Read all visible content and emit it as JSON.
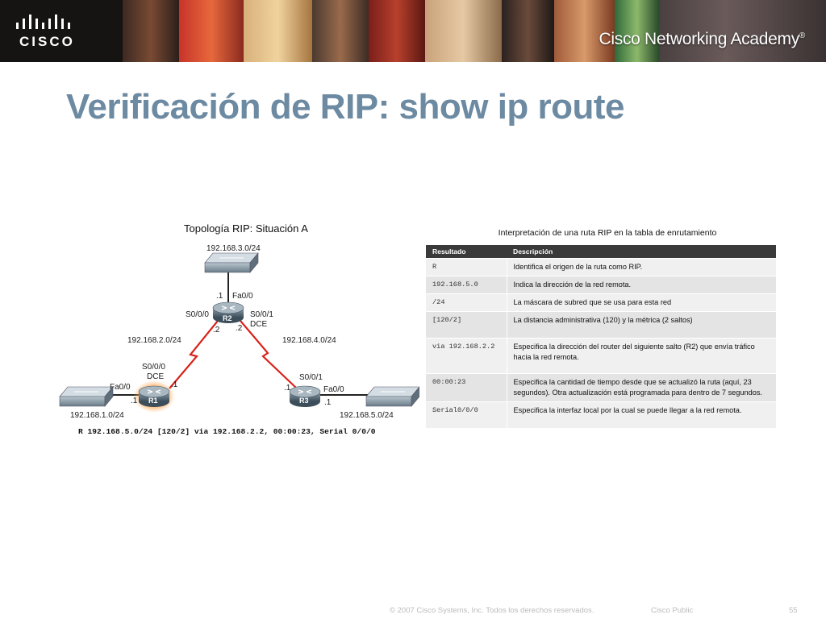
{
  "header": {
    "logo_text": "CISCO",
    "academy_text": "Cisco Networking Academy",
    "academy_mark": "®",
    "colors": {
      "banner": "#1f1b1b",
      "title": "#6d8aa3"
    }
  },
  "slide": {
    "title": "Verificación de RIP: show ip route"
  },
  "diagram": {
    "title_prefix": "Topología RIP: ",
    "title_emphasis": "Situación A",
    "labels": {
      "net3": "192.168.3.0/24",
      "r2_fa_ip": ".1",
      "r2_fa": "Fa0/0",
      "r2_s000": "S0/0/0",
      "r2_s001": "S0/0/1",
      "r2_dce": "DCE",
      "r2_left_ip": ".2",
      "r2_right_ip": ".2",
      "net2": "192.168.2.0/24",
      "net4": "192.168.4.0/24",
      "r1_s000": "S0/0/0",
      "r1_dce": "DCE",
      "r1_s_ip": ".1",
      "r1_fa": "Fa0/0",
      "r1_fa_ip": ".1",
      "r3_s001": "S0/0/1",
      "r3_s_ip": ".1",
      "r3_fa": "Fa0/0",
      "r3_fa_ip": ".1",
      "net1": "192.168.1.0/24",
      "net5": "192.168.5.0/24"
    },
    "routers": {
      "r1": "R1",
      "r2": "R2",
      "r3": "R3"
    },
    "route_entry": "R 192.168.5.0/24 [120/2] via 192.168.2.2, 00:00:23, Serial 0/0/0"
  },
  "table": {
    "caption": "Interpretación de una ruta RIP en la tabla de enrutamiento",
    "headers": [
      "Resultado",
      "Descripción"
    ],
    "rows": [
      {
        "result": "R",
        "desc": "Identifica el origen de la ruta como RIP."
      },
      {
        "result": "192.168.5.0",
        "desc": "Indica la dirección de la red remota."
      },
      {
        "result": "/24",
        "desc": "La máscara de subred que se usa para esta red"
      },
      {
        "result": "[120/2]",
        "desc": "La distancia administrativa (120) y la métrica (2 saltos)"
      },
      {
        "result": "via 192.168.2.2",
        "desc": "Especifica la dirección del router del siguiente salto (R2) que envía tráfico hacia la red remota."
      },
      {
        "result": "00:00:23",
        "desc": "Especifica la cantidad de tiempo desde que se actualizó la ruta (aquí, 23 segundos). Otra actualización está programada para dentro de 7 segundos."
      },
      {
        "result": "Serial0/0/0",
        "desc": "Especifica la interfaz local por la cual se puede llegar a la red remota."
      }
    ]
  },
  "footer": {
    "copyright": "© 2007 Cisco Systems, Inc. Todos los derechos reservados.",
    "classification": "Cisco Public",
    "page": "55"
  }
}
